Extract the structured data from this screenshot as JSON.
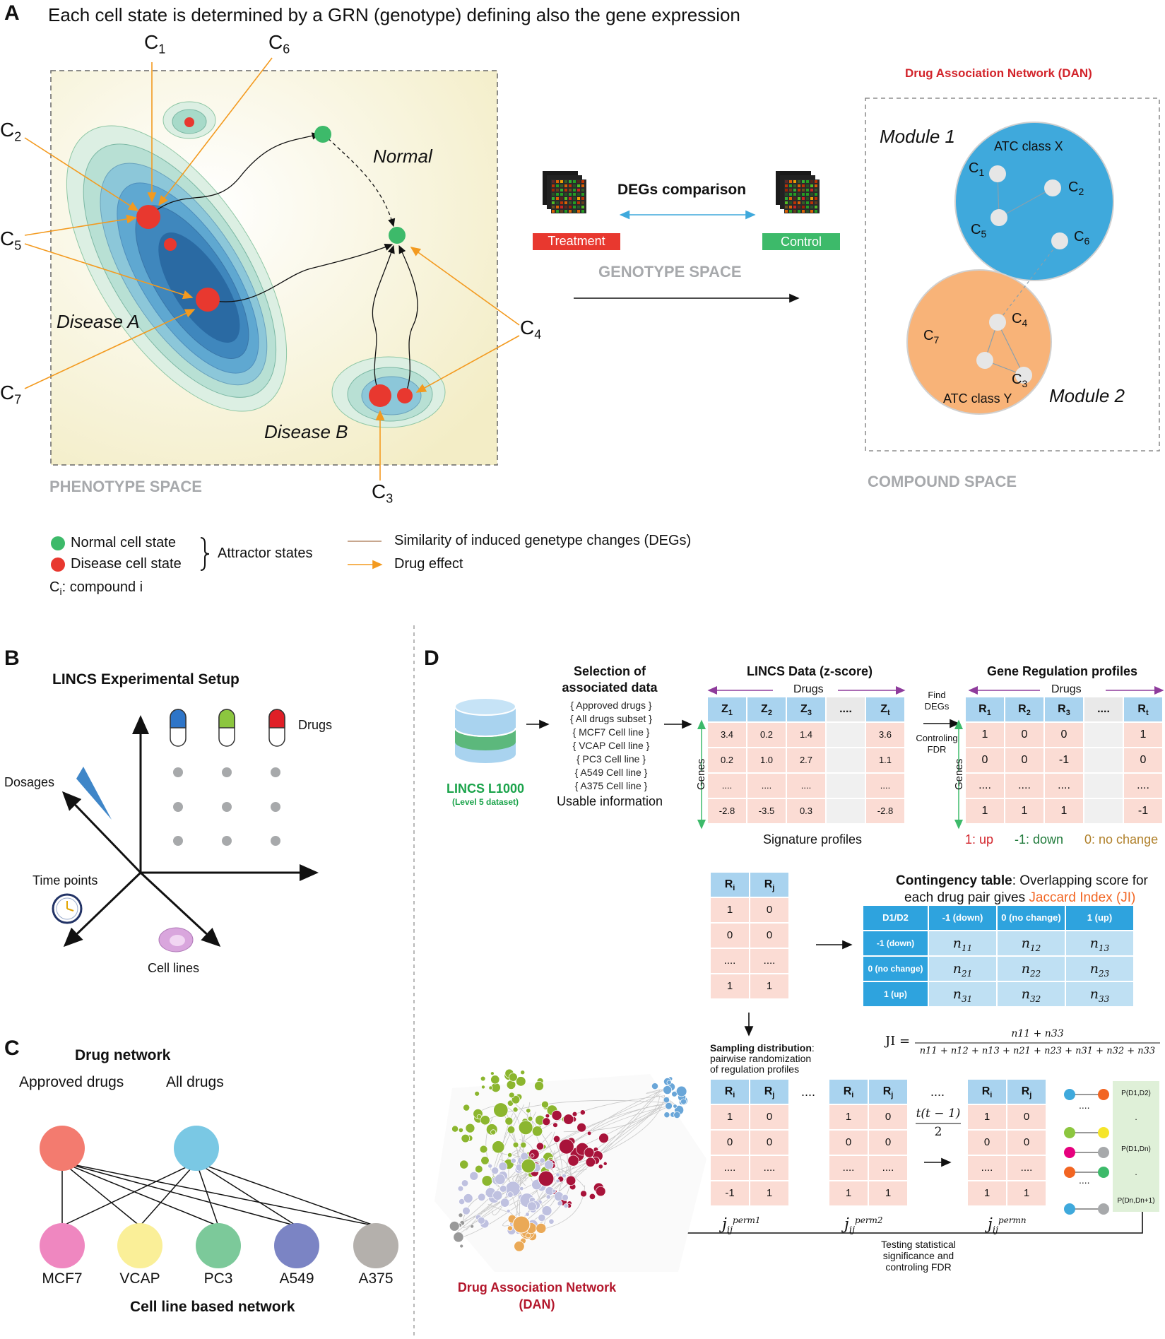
{
  "panel_labels": {
    "a": "A",
    "b": "B",
    "c": "C",
    "d": "D"
  },
  "panelA": {
    "title": "Each cell state is determined by a GRN (genotype) defining also the gene expression",
    "phenotype_space": "PHENOTYPE SPACE",
    "region_normal": "Normal",
    "region_disease_a": "Disease A",
    "region_disease_b": "Disease B",
    "compound_labels": [
      {
        "c": "C",
        "sub": "1"
      },
      {
        "c": "C",
        "sub": "6"
      },
      {
        "c": "C",
        "sub": "2"
      },
      {
        "c": "C",
        "sub": "5"
      },
      {
        "c": "C",
        "sub": "7"
      },
      {
        "c": "C",
        "sub": "4"
      },
      {
        "c": "C",
        "sub": "3"
      }
    ],
    "degs_comparison": "DEGs comparison",
    "treatment": "Treatment",
    "control": "Control",
    "genotype_space": "GENOTYPE SPACE",
    "dan_title": "Drug Association Network (DAN)",
    "module1": "Module 1",
    "module2": "Module 2",
    "atc_x": "ATC class X",
    "atc_y": "ATC class Y",
    "module1_nodes": [
      {
        "c": "C",
        "sub": "1"
      },
      {
        "c": "C",
        "sub": "2"
      },
      {
        "c": "C",
        "sub": "5"
      },
      {
        "c": "C",
        "sub": "6"
      }
    ],
    "module2_nodes": [
      {
        "c": "C",
        "sub": "4"
      },
      {
        "c": "C",
        "sub": "7"
      },
      {
        "c": "C",
        "sub": "3"
      }
    ],
    "compound_space": "COMPOUND SPACE",
    "legend": {
      "normal": "Normal cell state",
      "disease": "Disease cell state",
      "attractor": "Attractor states",
      "ci_c": "C",
      "ci_sub": "i",
      "ci_text": ": compound i",
      "similarity": "Similarity of induced genetype changes (DEGs)",
      "drug_effect": "Drug effect"
    }
  },
  "panelB": {
    "title": "LINCS Experimental Setup",
    "drugs": "Drugs",
    "dosages": "Dosages",
    "time_points": "Time points",
    "cell_lines": "Cell lines"
  },
  "panelC": {
    "title": "Drug network",
    "approved": "Approved drugs",
    "all": "All drugs",
    "cells": [
      "MCF7",
      "VCAP",
      "PC3",
      "A549",
      "A375"
    ],
    "footer": "Cell line based network"
  },
  "panelD": {
    "lincs_name": "LINCS L1000",
    "lincs_sub": "(Level 5 dataset)",
    "selection_title_1": "Selection of",
    "selection_title_2": "associated data",
    "selection_items": [
      "Approved drugs",
      "All drugs subset",
      "MCF7 Cell line",
      "VCAP Cell line",
      "PC3 Cell line",
      "A549 Cell line",
      "A375 Cell line"
    ],
    "usable": "Usable information",
    "lincs_data_title": "LINCS Data (z-score)",
    "drugs": "Drugs",
    "genes": "Genes",
    "z_headers": [
      [
        "Z",
        "1"
      ],
      [
        "Z",
        "2"
      ],
      [
        "Z",
        "3"
      ],
      [
        "....",
        ""
      ],
      [
        "Z",
        "t"
      ]
    ],
    "z_rows": [
      [
        "3.4",
        "0.2",
        "1.4",
        "",
        "3.6"
      ],
      [
        "0.2",
        "1.0",
        "2.7",
        "",
        "1.1"
      ],
      [
        "....",
        "....",
        "....",
        "",
        "...."
      ],
      [
        "-2.8",
        "-3.5",
        "0.3",
        "",
        "-2.8"
      ]
    ],
    "signature": "Signature profiles",
    "find_degs": [
      "Find",
      "DEGs"
    ],
    "controling_fdr": [
      "Controling",
      "FDR"
    ],
    "gene_reg_title": "Gene Regulation profiles",
    "r_headers": [
      [
        "R",
        "1"
      ],
      [
        "R",
        "2"
      ],
      [
        "R",
        "3"
      ],
      [
        "....",
        ""
      ],
      [
        "R",
        "t"
      ]
    ],
    "r_rows": [
      [
        "1",
        "0",
        "0",
        "",
        "1"
      ],
      [
        "0",
        "0",
        "-1",
        "",
        "0"
      ],
      [
        "....",
        "....",
        "....",
        "",
        "...."
      ],
      [
        "1",
        "1",
        "1",
        "",
        "-1"
      ]
    ],
    "legend_up": "1: up",
    "legend_down": "-1: down",
    "legend_nochange": "0: no change",
    "rirj_headers": [
      [
        "R",
        "i"
      ],
      [
        "R",
        "j"
      ]
    ],
    "rirj_rows": [
      [
        "1",
        "0"
      ],
      [
        "0",
        "0"
      ],
      [
        "....",
        "...."
      ],
      [
        "1",
        "1"
      ]
    ],
    "contingency_bold": "Contingency table",
    "contingency_rest": ": Overlapping score for",
    "contingency_line2": "each drug pair gives",
    "jaccard": "Jaccard Index (JI)",
    "ct_headers": [
      "D1/D2",
      "-1 (down)",
      "0 (no change)",
      "1 (up)"
    ],
    "ct_rows": [
      {
        "label": "-1 (down)",
        "cells": [
          [
            "n",
            "11"
          ],
          [
            "n",
            "12"
          ],
          [
            "n",
            "13"
          ]
        ]
      },
      {
        "label": "0 (no change)",
        "cells": [
          [
            "n",
            "21"
          ],
          [
            "n",
            "22"
          ],
          [
            "n",
            "23"
          ]
        ]
      },
      {
        "label": "1 (up)",
        "cells": [
          [
            "n",
            "31"
          ],
          [
            "n",
            "32"
          ],
          [
            "n",
            "33"
          ]
        ]
      }
    ],
    "ji_label": "JI",
    "ji_numerator": "n11 + n33",
    "ji_denominator": "n11 + n12 + n13 + n21 + n23 + n31 + n32 + n33",
    "sampling_bold": "Sampling distribution",
    "sampling_lines": [
      "pairwise randomization",
      "of regulation profiles"
    ],
    "perm_rows_1": [
      [
        "1",
        "0"
      ],
      [
        "0",
        "0"
      ],
      [
        "....",
        "...."
      ],
      [
        "-1",
        "1"
      ]
    ],
    "perm_rows_2": [
      [
        "1",
        "0"
      ],
      [
        "0",
        "0"
      ],
      [
        "....",
        "...."
      ],
      [
        "1",
        "1"
      ]
    ],
    "perm_rows_3": [
      [
        "1",
        "0"
      ],
      [
        "0",
        "0"
      ],
      [
        "....",
        "...."
      ],
      [
        "1",
        "1"
      ]
    ],
    "perm_labels": [
      "perm1",
      "perm2",
      "permn"
    ],
    "ellipsis": "....",
    "t_formula": "t(t − 1)",
    "t_formula_den": "2",
    "pvals": [
      "P(D1,D2)",
      ".",
      "P(D1,Dn)",
      ".",
      "P(Dn,Dn+1)"
    ],
    "testing": [
      "Testing statistical",
      "significance and",
      "controling FDR"
    ],
    "dan_label_1": "Drug Association Network",
    "dan_label_2": "(DAN)"
  },
  "colors": {
    "disease_red": "#e8382f",
    "normal_green": "#3dba6a",
    "drug_orange": "#f39a1f",
    "module1_blue": "#3fa9dc",
    "module2_orange": "#f8b378",
    "phenotype_bg": "#f8f3d7",
    "table_blue": "#a9d3ef",
    "table_pink": "#fbdcd4",
    "contingency_blue": "#2ea3de",
    "contingency_light": "#bfe0f3"
  }
}
